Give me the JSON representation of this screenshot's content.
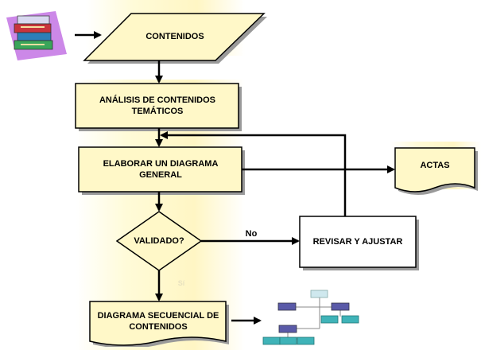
{
  "nodes": {
    "contenidos": "CONTENIDOS",
    "analisis": "ANÁLISIS DE CONTENIDOS TEMÁTICOS",
    "elaborar": "ELABORAR UN DIAGRAMA GENERAL",
    "actas": "ACTAS",
    "validado": "VALIDADO?",
    "revisar": "REVISAR Y AJUSTAR",
    "secuencial": "DIAGRAMA SECUENCIAL DE CONTENIDOS"
  },
  "edges": {
    "no_label": "No",
    "si_label": "Sí"
  },
  "icons": [
    "books-icon",
    "org-chart-icon"
  ],
  "colors": {
    "highlight": "#fff6c4",
    "chart_box_purple": "#5a5aa8",
    "chart_box_teal": "#3fb3b8",
    "chart_box_light": "#cfe8ee"
  }
}
